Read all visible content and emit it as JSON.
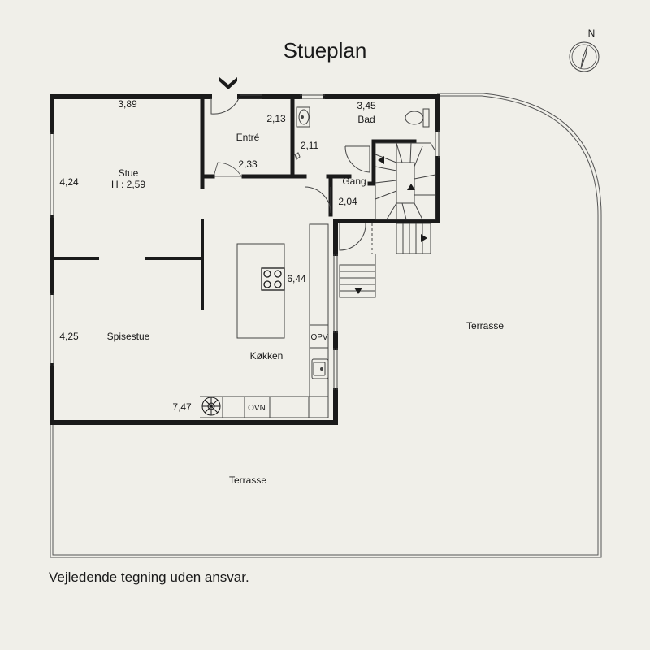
{
  "title": "Stueplan",
  "compass_letter": "N",
  "disclaimer": "Vejledende tegning uden ansvar.",
  "rooms": {
    "stue": "Stue",
    "stue_height": "H : 2,59",
    "entre": "Entré",
    "bad": "Bad",
    "gang": "Gang",
    "spisestue": "Spisestue",
    "kokken": "Køkken",
    "terrasse_right": "Terrasse",
    "terrasse_bottom": "Terrasse"
  },
  "dimensions": {
    "stue_width": "3,89",
    "stue_depth": "4,24",
    "entre_depth": "2,13",
    "entre_width": "2,33",
    "hall_depth": "2,11",
    "bad_width": "3,45",
    "gang_width": "2,04",
    "kitchen_depth": "6,44",
    "spisestue_depth": "4,25",
    "bottom_width": "7,47"
  },
  "appliances": {
    "opv": "OPV",
    "ovn": "OVN"
  },
  "colors": {
    "background": "#f0efe9",
    "wall": "#1a1a1a",
    "line": "#444444"
  }
}
